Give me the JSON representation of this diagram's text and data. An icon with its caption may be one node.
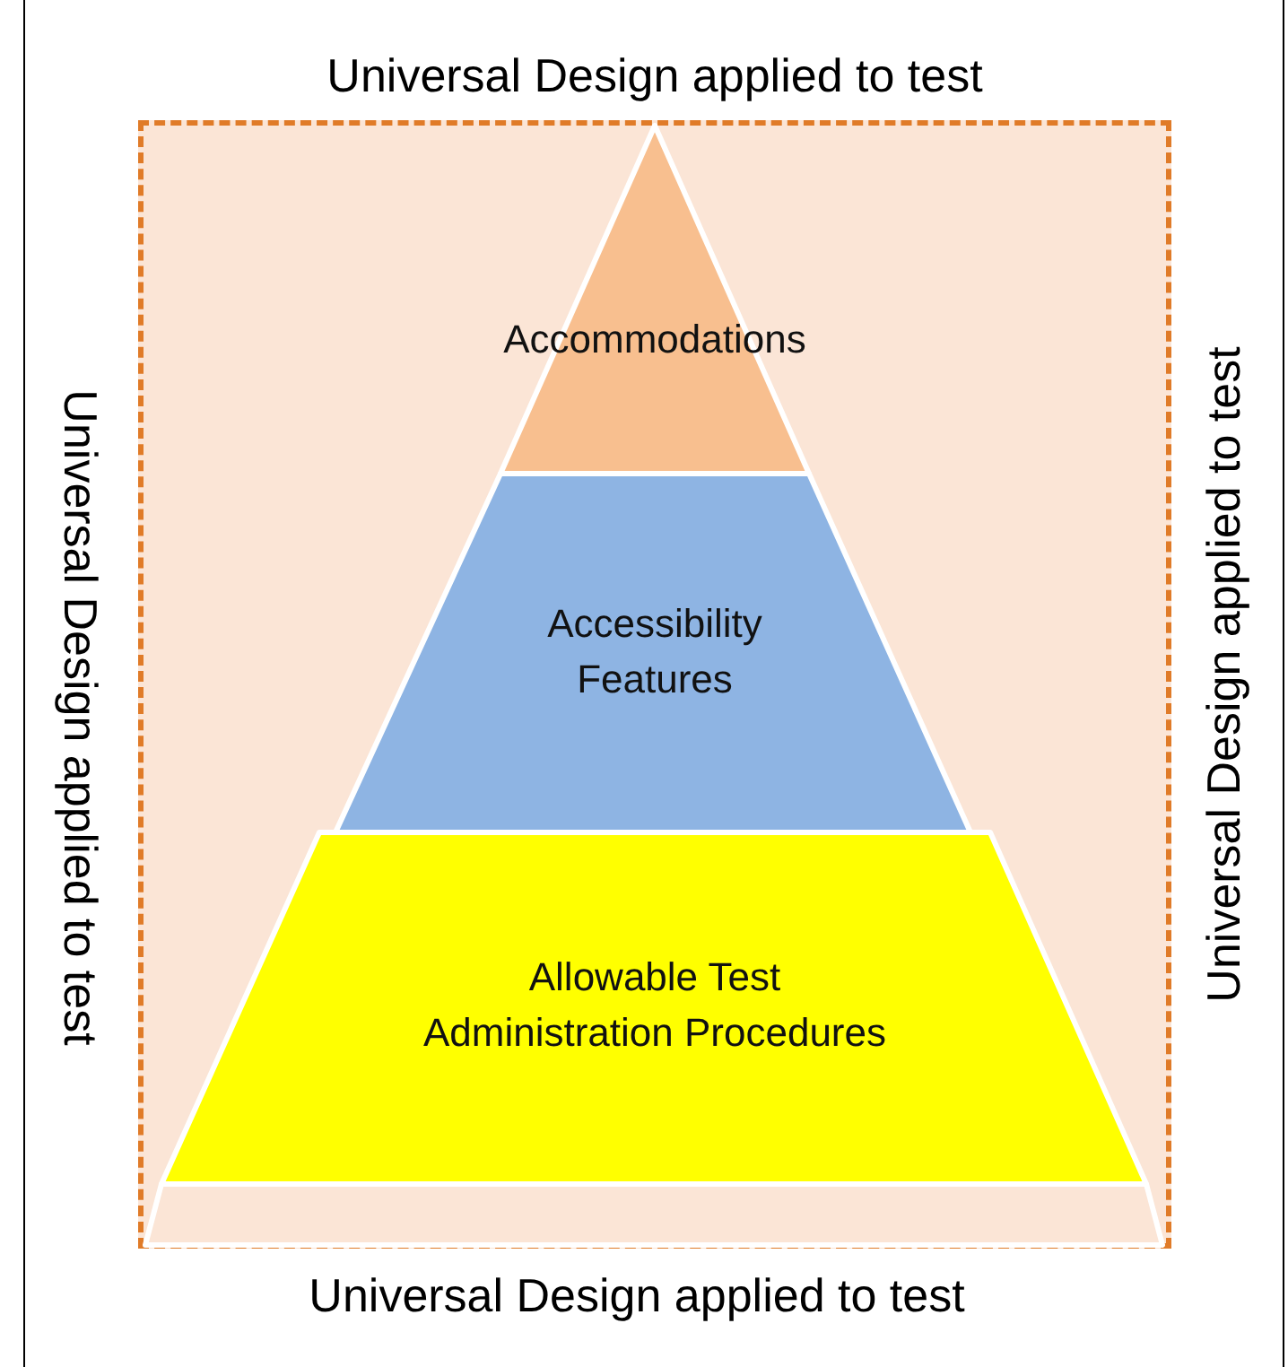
{
  "diagram": {
    "nodes": [
      {
        "text": [
          "Accommodations"
        ]
      },
      {
        "text": [
          "Accessibility Features"
        ]
      },
      {
        "text": [
          "Allowable Test Administration Procedures"
        ]
      },
      {
        "text": [],
        "shape": "bar"
      }
    ],
    "labels": [
      "Universal Design applied to test",
      "Universal Design applied to test",
      "Universal Design applied to test",
      "Universal Design applied to test"
    ]
  }
}
